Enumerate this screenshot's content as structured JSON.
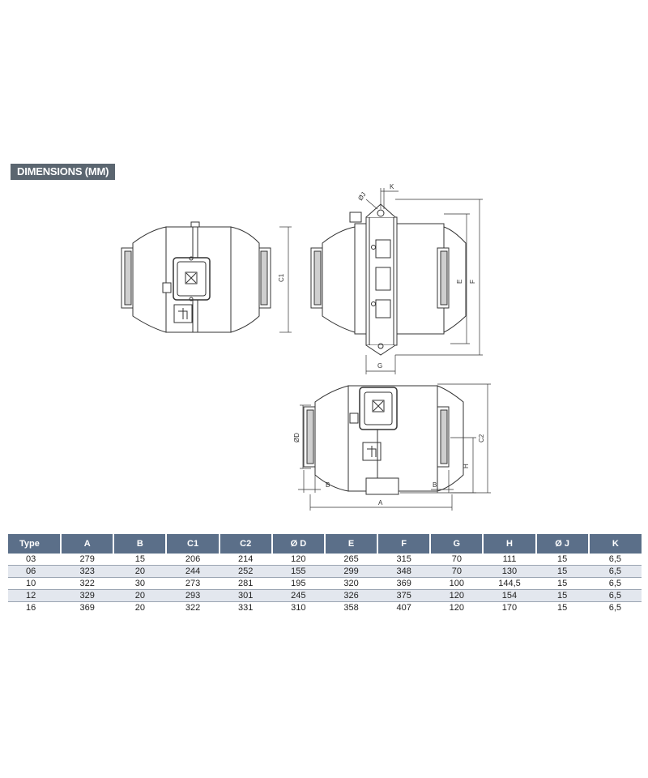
{
  "section": {
    "title": "DIMENSIONS (MM)"
  },
  "labels": {
    "c1": "C1",
    "e": "E",
    "f": "F",
    "g": "G",
    "j": "ØJ",
    "k": "K",
    "d": "ØD",
    "b": "B",
    "a": "A",
    "h": "H",
    "c2": "C2"
  },
  "table": {
    "headers": [
      "Type",
      "A",
      "B",
      "C1",
      "C2",
      "Ø D",
      "E",
      "F",
      "G",
      "H",
      "Ø J",
      "K"
    ],
    "rows": [
      [
        "03",
        "279",
        "15",
        "206",
        "214",
        "120",
        "265",
        "315",
        "70",
        "111",
        "15",
        "6,5"
      ],
      [
        "06",
        "323",
        "20",
        "244",
        "252",
        "155",
        "299",
        "348",
        "70",
        "130",
        "15",
        "6,5"
      ],
      [
        "10",
        "322",
        "30",
        "273",
        "281",
        "195",
        "320",
        "369",
        "100",
        "144,5",
        "15",
        "6,5"
      ],
      [
        "12",
        "329",
        "20",
        "293",
        "301",
        "245",
        "326",
        "375",
        "120",
        "154",
        "15",
        "6,5"
      ],
      [
        "16",
        "369",
        "20",
        "322",
        "331",
        "310",
        "358",
        "407",
        "120",
        "170",
        "15",
        "6,5"
      ]
    ]
  }
}
